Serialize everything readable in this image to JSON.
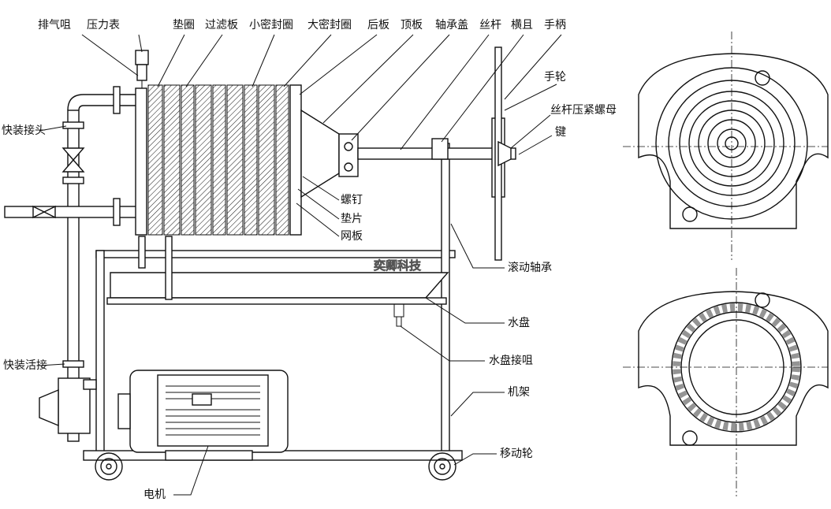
{
  "labels": {
    "vent_nozzle": "排气咀",
    "pressure_gauge": "压力表",
    "gasket": "垫圈",
    "filter_plate": "过滤板",
    "small_seal_ring": "小密封圈",
    "large_seal_ring": "大密封圈",
    "rear_plate": "后板",
    "top_plate": "顶板",
    "bearing_cover": "轴承盖",
    "lead_screw": "丝杆",
    "crossbar": "横且",
    "handle": "手柄",
    "handwheel": "手轮",
    "screw_lock_nut": "丝杆压紧螺母",
    "key": "键",
    "quick_connector": "快装接头",
    "screw": "螺钉",
    "spacer": "垫片",
    "mesh_plate": "网板",
    "rolling_bearing": "滚动轴承",
    "water_tray": "水盘",
    "water_tray_nozzle": "水盘接咀",
    "quick_union": "快装活接",
    "frame": "机架",
    "caster": "移动轮",
    "motor": "电机"
  },
  "watermark": "奕卿科技"
}
